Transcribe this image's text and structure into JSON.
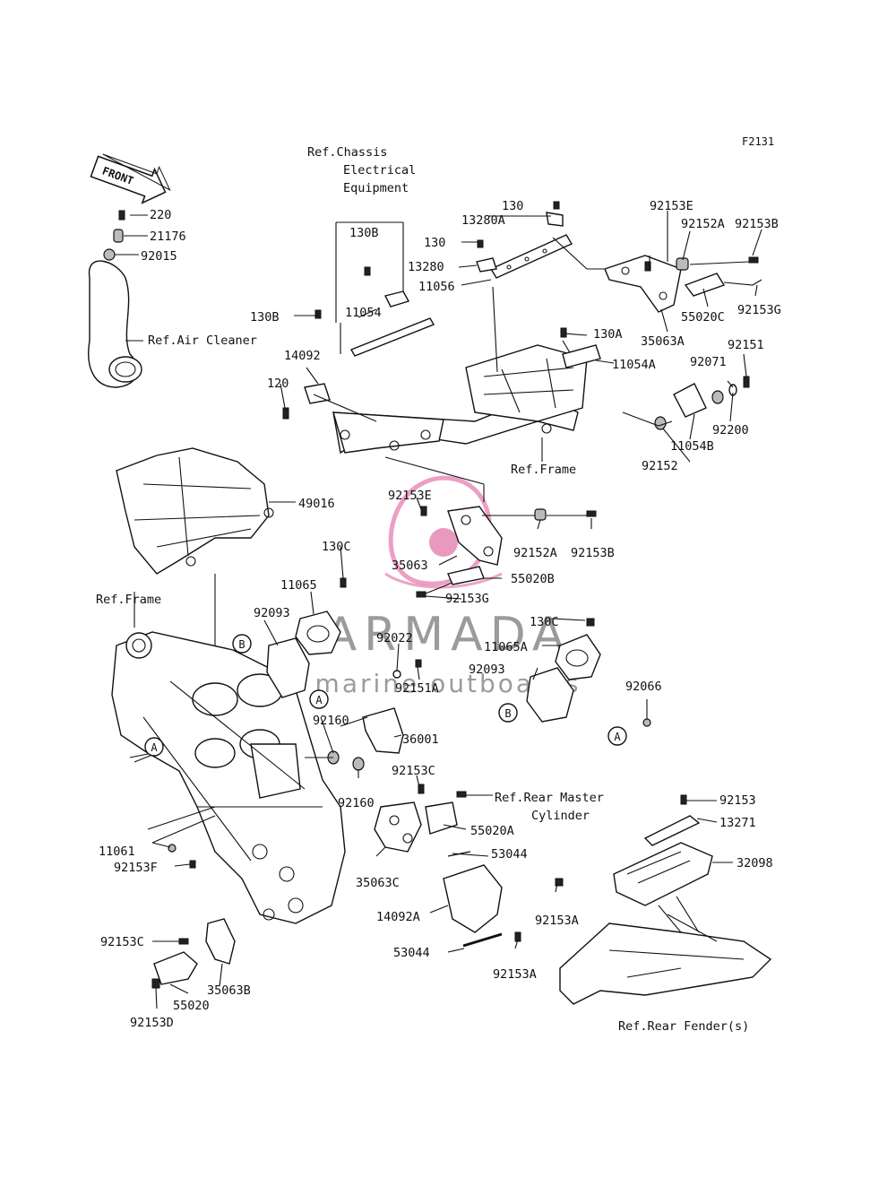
{
  "figure_code": "F2131",
  "front_arrow": "FRONT",
  "watermark": {
    "brand": "ARMADA",
    "tagline": "marine outboards"
  },
  "callouts": {
    "A": "A",
    "B": "B"
  },
  "labels": {
    "ref_chassis_1": "Ref.Chassis",
    "ref_chassis_2": "Electrical",
    "ref_chassis_3": "Equipment",
    "ref_air_cleaner": "Ref.Air Cleaner",
    "ref_frame_top": "Ref.Frame",
    "ref_frame_left": "Ref.Frame",
    "ref_rear_master_1": "Ref.Rear Master",
    "ref_rear_master_2": "Cylinder",
    "ref_rear_fender": "Ref.Rear Fender(s)",
    "p220": "220",
    "p21176": "21176",
    "p92015": "92015",
    "p130B_top": "130B",
    "p130B_left": "130B",
    "p11054": "11054",
    "p14092": "14092",
    "p120": "120",
    "p130_a": "130",
    "p13280A": "13280A",
    "p130_b": "130",
    "p13280": "13280",
    "p11056": "11056",
    "p92153E_top": "92153E",
    "p92152A_top": "92152A",
    "p92153B_top": "92153B",
    "p55020C": "55020C",
    "p92153G_top": "92153G",
    "p35063A": "35063A",
    "p130A": "130A",
    "p11054A": "11054A",
    "p92151": "92151",
    "p92071": "92071",
    "p92200": "92200",
    "p11054B": "11054B",
    "p92152": "92152",
    "p49016": "49016",
    "p92153E_mid": "92153E",
    "p92152A_mid": "92152A",
    "p92153B_mid": "92153B",
    "p35063": "35063",
    "p55020B": "55020B",
    "p92153G_mid": "92153G",
    "p130C_left": "130C",
    "p11065": "11065",
    "p92093_left": "92093",
    "p92022": "92022",
    "p92151A": "92151A",
    "p130C_right": "130C",
    "p11065A": "11065A",
    "p92093_right": "92093",
    "p92066": "92066",
    "p92160_top": "92160",
    "p36001": "36001",
    "p92160_bot": "92160",
    "p92153C_mid": "92153C",
    "p55020A": "55020A",
    "p35063C": "35063C",
    "p53044_top": "53044",
    "p14092A": "14092A",
    "p92153A_top": "92153A",
    "p53044_bot": "53044",
    "p92153A_bot": "92153A",
    "p11061": "11061",
    "p92153F": "92153F",
    "p92153C_left": "92153C",
    "p55020": "55020",
    "p35063B": "35063B",
    "p92153D": "92153D",
    "p92153_right": "92153",
    "p13271": "13271",
    "p32098": "32098"
  }
}
